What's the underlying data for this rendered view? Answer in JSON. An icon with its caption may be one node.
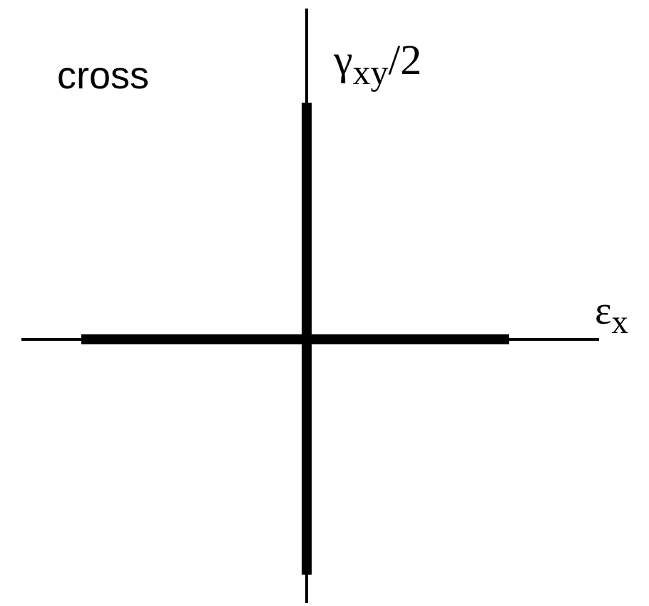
{
  "diagram": {
    "labels": [
      "cross",
      "γ$_{xy}$/2",
      "ε$_{x}$"
    ]
  }
}
